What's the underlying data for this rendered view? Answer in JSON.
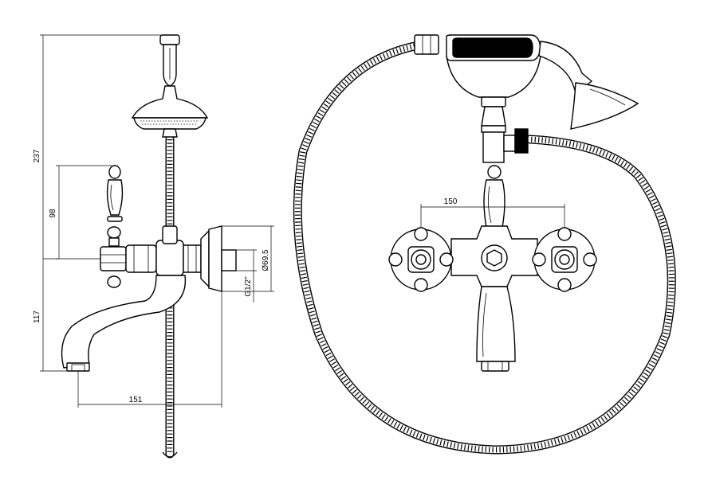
{
  "diagram": {
    "dimensions": {
      "total_height": "237",
      "handle_height": "98",
      "spout_height": "117",
      "spout_reach": "151",
      "flange_diameter": "Ø69.5",
      "thread": "G1/2\"",
      "center_distance": "150"
    }
  }
}
